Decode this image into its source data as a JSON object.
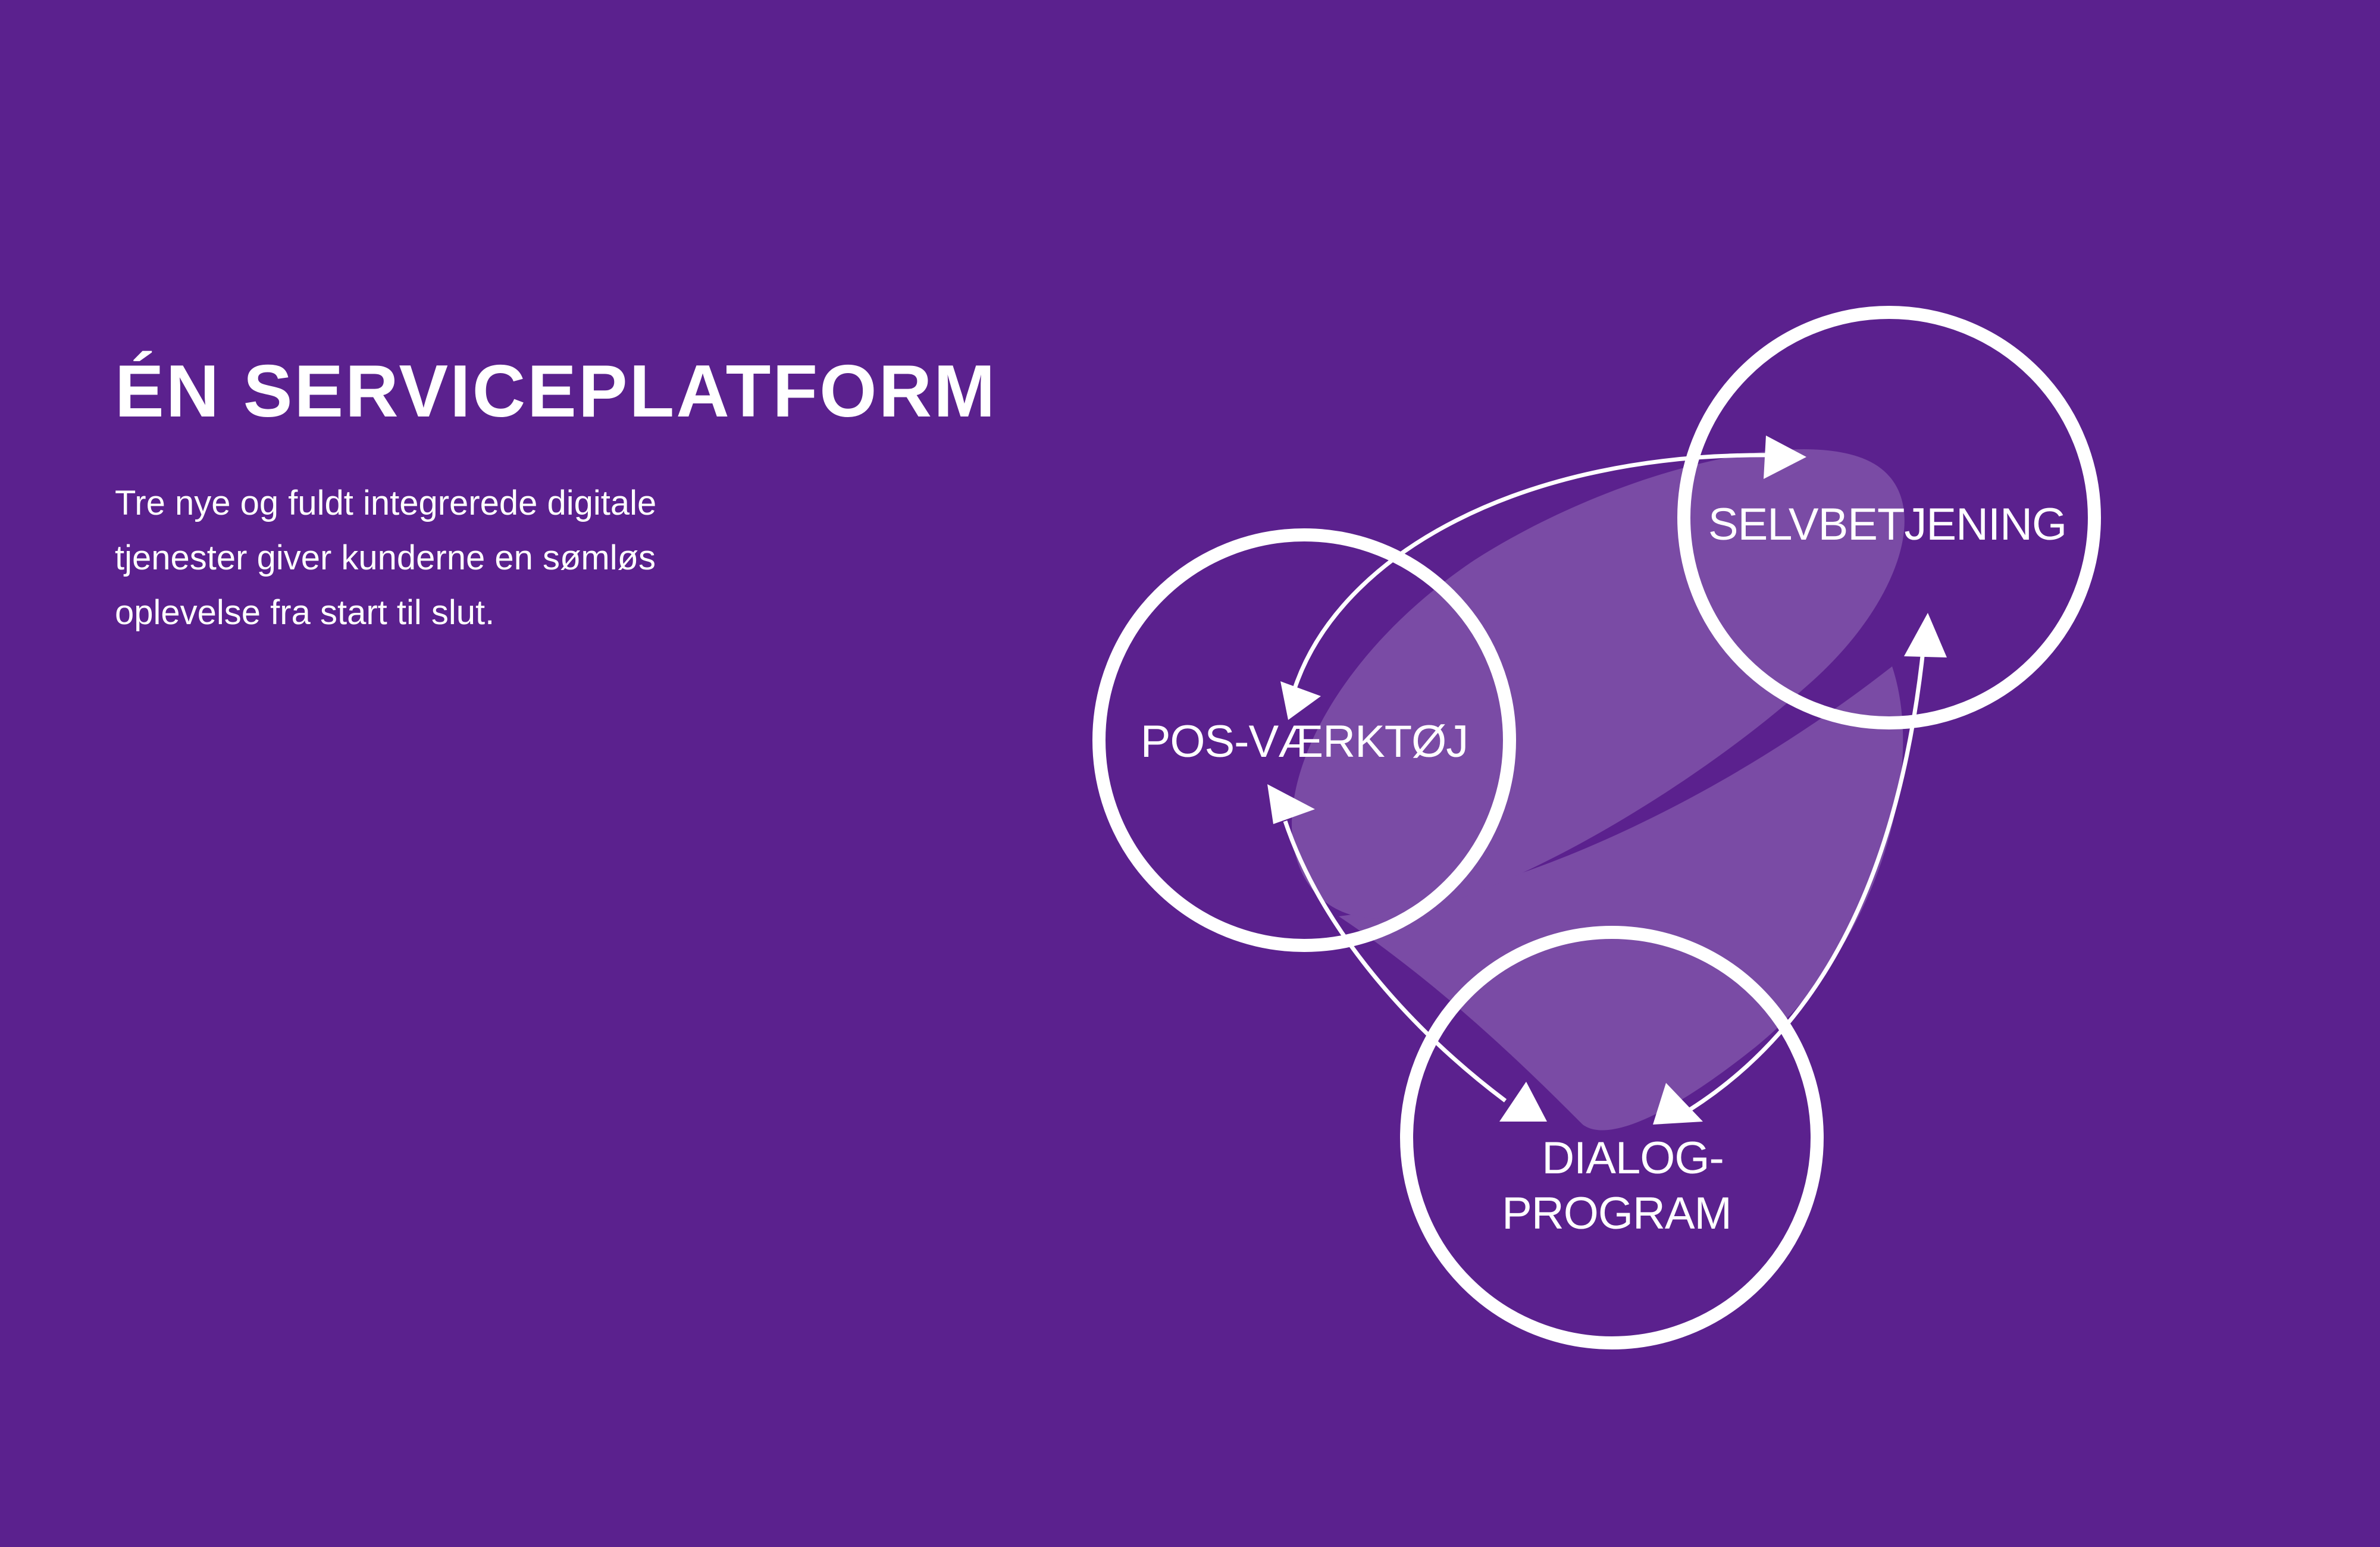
{
  "title": "ÉN SERVICEPLATFORM",
  "description": {
    "lines": [
      "Tre nye og fuldt integrerede digitale",
      "tjenester giver kunderne en sømløs",
      "oplevelse fra start til slut."
    ]
  },
  "diagram": {
    "nodes": {
      "pos": {
        "label": "POS-VÆRKTØJ"
      },
      "self": {
        "label": "SELVBETJENING"
      },
      "dialog": {
        "line1": "DIALOG-",
        "line2": "PROGRAM"
      }
    }
  },
  "colors": {
    "background": "#5b218e",
    "blob": "#7a4ba5",
    "foreground": "#ffffff"
  }
}
